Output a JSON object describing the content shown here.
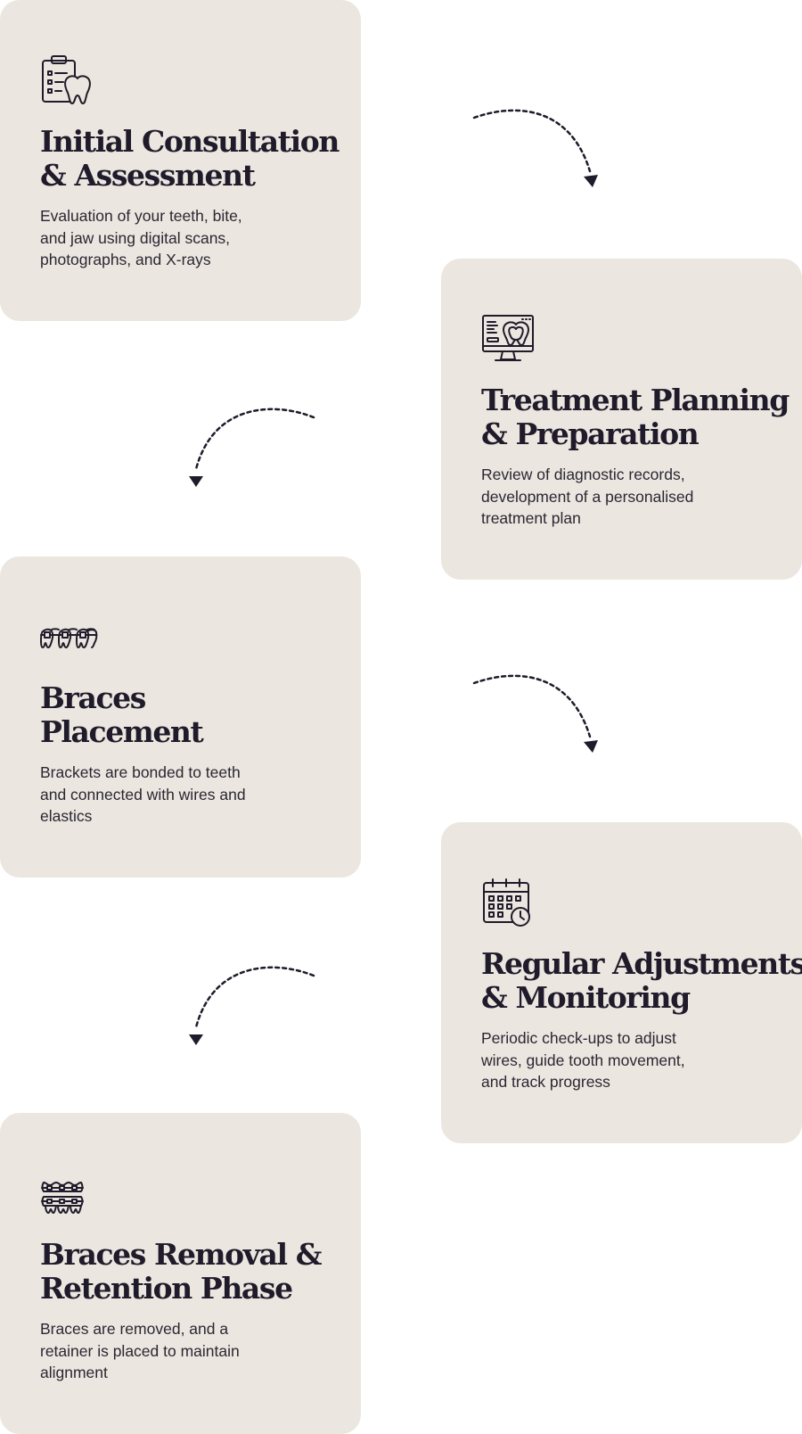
{
  "steps": [
    {
      "icon": "clipboard-tooth-icon",
      "title_lines": [
        "Initial Consultation",
        "& Assessment"
      ],
      "desc_lines": [
        "Evaluation of your teeth, bite,",
        "and jaw using digital scans,",
        "photographs, and X-rays"
      ]
    },
    {
      "icon": "monitor-xray-icon",
      "title_lines": [
        "Treatment Planning",
        "& Preparation"
      ],
      "desc_lines": [
        "Review of diagnostic records,",
        "development of a personalised",
        "treatment plan"
      ]
    },
    {
      "icon": "braces-teeth-icon",
      "title_lines": [
        "Braces",
        "Placement"
      ],
      "desc_lines": [
        "Brackets are bonded to teeth",
        "and connected with wires and",
        "elastics"
      ]
    },
    {
      "icon": "calendar-clock-icon",
      "title_lines": [
        "Regular Adjustments",
        "& Monitoring"
      ],
      "desc_lines": [
        "Periodic check-ups to adjust",
        "wires, guide tooth movement,",
        "and track progress"
      ]
    },
    {
      "icon": "upper-lower-braces-icon",
      "title_lines": [
        "Braces Removal &",
        "Retention Phase"
      ],
      "desc_lines": [
        "Braces are removed, and a",
        "retainer is placed to maintain",
        "alignment"
      ]
    }
  ],
  "colors": {
    "card_background": "#ebe6df",
    "text_dark": "#1f1b2a",
    "arrow": "#1f1b2a"
  }
}
